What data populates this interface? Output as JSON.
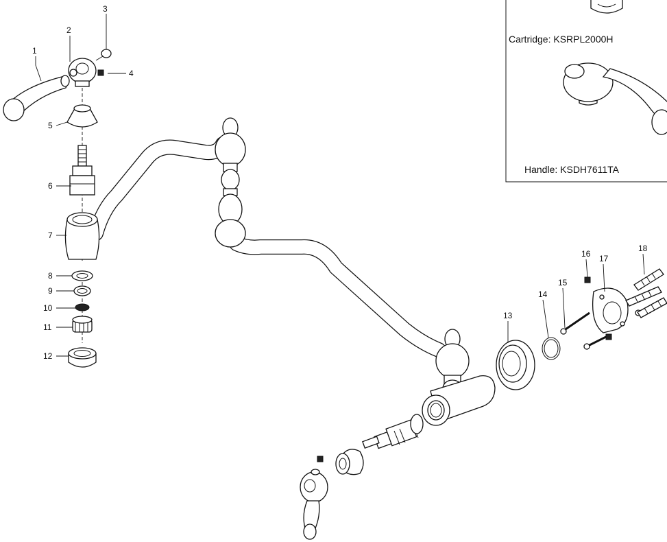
{
  "parts": [
    {
      "label": "1"
    },
    {
      "label": "2"
    },
    {
      "label": "3"
    },
    {
      "label": "4"
    },
    {
      "label": "5"
    },
    {
      "label": "6"
    },
    {
      "label": "7"
    },
    {
      "label": "8"
    },
    {
      "label": "9"
    },
    {
      "label": "10"
    },
    {
      "label": "11"
    },
    {
      "label": "12"
    },
    {
      "label": "13"
    },
    {
      "label": "14"
    },
    {
      "label": "15"
    },
    {
      "label": "16"
    },
    {
      "label": "17"
    },
    {
      "label": "18"
    }
  ],
  "inset": {
    "cartridge_caption": "Cartridge: KSRPL2000H",
    "handle_caption": "Handle: KSDH7611TA"
  }
}
